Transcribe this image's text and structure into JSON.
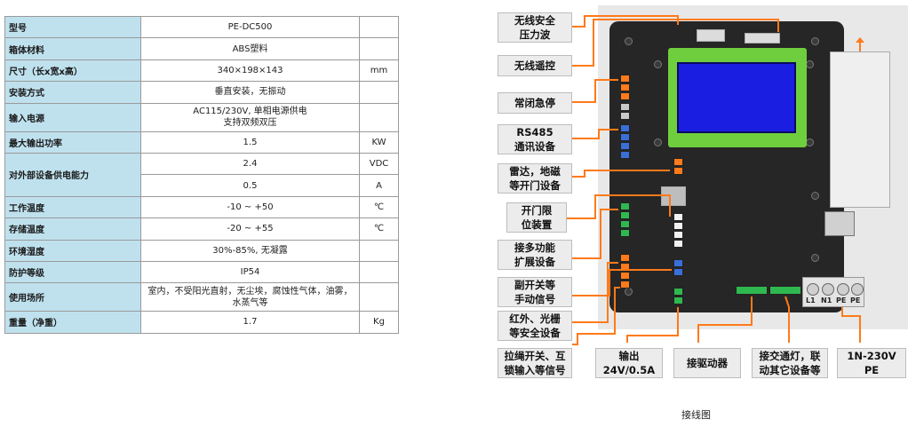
{
  "spec": {
    "model_label": "型号",
    "model_value": "PE-DC500",
    "material_label": "箱体材料",
    "material_value": "ABS塑料",
    "size_label": "尺寸（长x宽x高）",
    "size_value": "340×198×143",
    "size_unit": "mm",
    "install_label": "安装方式",
    "install_value": "垂直安装，无振动",
    "power_label": "输入电源",
    "power_value_1": "AC115/230V, 单相电源供电",
    "power_value_2": "支持双频双压",
    "maxpower_label": "最大输出功率",
    "maxpower_value": "1.5",
    "maxpower_unit": "KW",
    "supply_label": "对外部设备供电能力",
    "supply_v": "2.4",
    "supply_v_unit": "VDC",
    "supply_a": "0.5",
    "supply_a_unit": "A",
    "work_temp_label": "工作温度",
    "work_temp_value": "-10 ~ +50",
    "work_temp_unit": "℃",
    "store_temp_label": "存储温度",
    "store_temp_value": "-20 ~ +55",
    "store_temp_unit": "℃",
    "humidity_label": "环境湿度",
    "humidity_value": "30%-85%, 无凝露",
    "ip_label": "防护等级",
    "ip_value": "IP54",
    "usage_label": "使用场所",
    "usage_value": "室内，不受阳光直射，无尘埃，腐蚀性气体，油雾，水蒸气等",
    "weight_label": "重量（净重）",
    "weight_value": "1.7",
    "weight_unit": "Kg"
  },
  "diagram": {
    "callout_safety_wave": "无线安全\n压力波",
    "callout_remote": "无线遥控",
    "callout_estop": "常闭急停",
    "callout_rs485": "RS485\n通讯设备",
    "callout_radar": "雷达，地磁\n等开门设备",
    "callout_limit": "开门限\n位装置",
    "callout_expand": "接多功能\n扩展设备",
    "callout_aux": "副开关等\n手动信号",
    "callout_ir": "红外、光栅\n等安全设备",
    "callout_pull": "拉绳开关、互\n锁输入等信号",
    "callout_output": "输出\n24V/0.5A",
    "callout_driver": "接驱动器",
    "callout_traffic": "接交通灯，联\n动其它设备等",
    "callout_power": "1N-230V\nPE",
    "psu_l1": "L1",
    "psu_n1": "N1",
    "psu_pe1": "PE",
    "psu_pe2": "PE"
  },
  "caption": "接线图",
  "colors": {
    "orange": "#ff7a1a",
    "blue": "#3a6ed8",
    "green": "#2fb84f",
    "lcd": "#1a1ee0",
    "lcd_frame": "#6fce3e"
  }
}
